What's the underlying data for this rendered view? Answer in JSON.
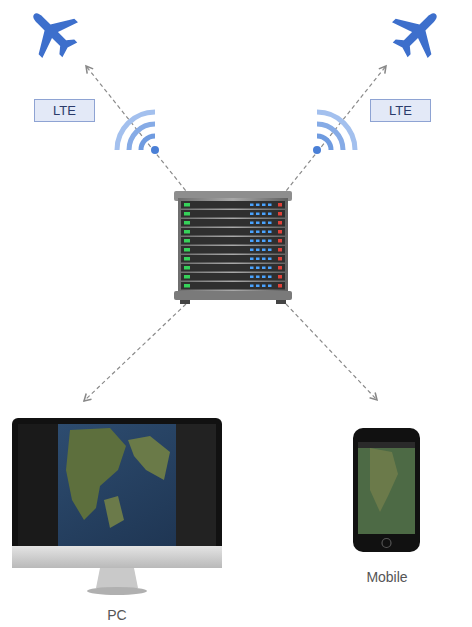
{
  "diagram": {
    "nodes": [
      {
        "text": [
          "LTE"
        ]
      },
      {
        "text": [
          "LTE"
        ]
      },
      {
        "text": [
          "PC"
        ]
      },
      {
        "text": [
          "Mobile"
        ]
      }
    ]
  }
}
